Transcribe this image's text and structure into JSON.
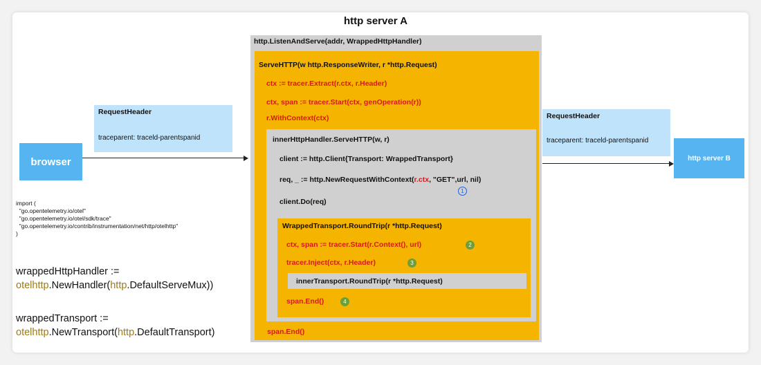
{
  "title": "http server A",
  "browser_label": "browser",
  "server_b_label": "http server B",
  "request_header_left": {
    "heading": "RequestHeader",
    "value": "traceparent: traceld-parentspanid"
  },
  "request_header_right": {
    "heading": "RequestHeader",
    "value": "traceparent: traceld-parentspanid"
  },
  "imports_text": "import (\n  \"go.opentelemetry.io/otel\"\n  \"go.opentelemetry.io/otel/sdk/trace\"\n  \"go.opentelemetry.io/contrib/instrumentation/net/http/otelhttp\"\n)",
  "wrapped_handler": {
    "line1": "wrappedHttpHandler :=",
    "pkg": "otelhttp",
    "func": ".NewHandler(",
    "arg_pkg": "http",
    "arg_rest": ".DefaultServeMux))"
  },
  "wrapped_transport": {
    "line1": "wrappedTransport :=",
    "pkg": "otelhttp",
    "func": ".NewTransport(",
    "arg_pkg": "http",
    "arg_rest": ".DefaultTransport)"
  },
  "server_a": {
    "listen": "http.ListenAndServe(addr, WrappedHttpHandler)",
    "serve": "ServeHTTP(w http.ResponseWriter, r *http.Request)",
    "extract": "ctx := tracer.Extract(r.ctx, r.Header)",
    "start": "ctx, span := tracer.Start(ctx, genOperation(r))",
    "with_context": "r.WithContext(ctx)",
    "inner_serve": "innerHttpHandler.ServeHTTP(w, r)",
    "client": "client := http.Client{Transport: WrappedTransport}",
    "newreq_prefix": "req, _ := http.NewRequestWithContext(",
    "newreq_ctx": "r.ctx",
    "newreq_suffix": ", \"GET\",url, nil)",
    "client_do": "client.Do(req)",
    "roundtrip": "WrappedTransport.RoundTrip(r *http.Request)",
    "rt_start": "ctx, span := tracer.Start(r.Context(), url)",
    "rt_inject": "tracer.Inject(ctx, r.Header)",
    "inner_roundtrip": "innerTransport.RoundTrip(r *http.Request)",
    "rt_end": "span.End()",
    "end": "span.End()"
  },
  "markers": {
    "m1": "1",
    "m2": "2",
    "m3": "3",
    "m4": "4"
  },
  "colors": {
    "orange": "#f5b400",
    "gray": "#d0d0d0",
    "blue": "#56b4f0",
    "light_blue": "#bfe3fb",
    "red": "#d61a1a"
  }
}
